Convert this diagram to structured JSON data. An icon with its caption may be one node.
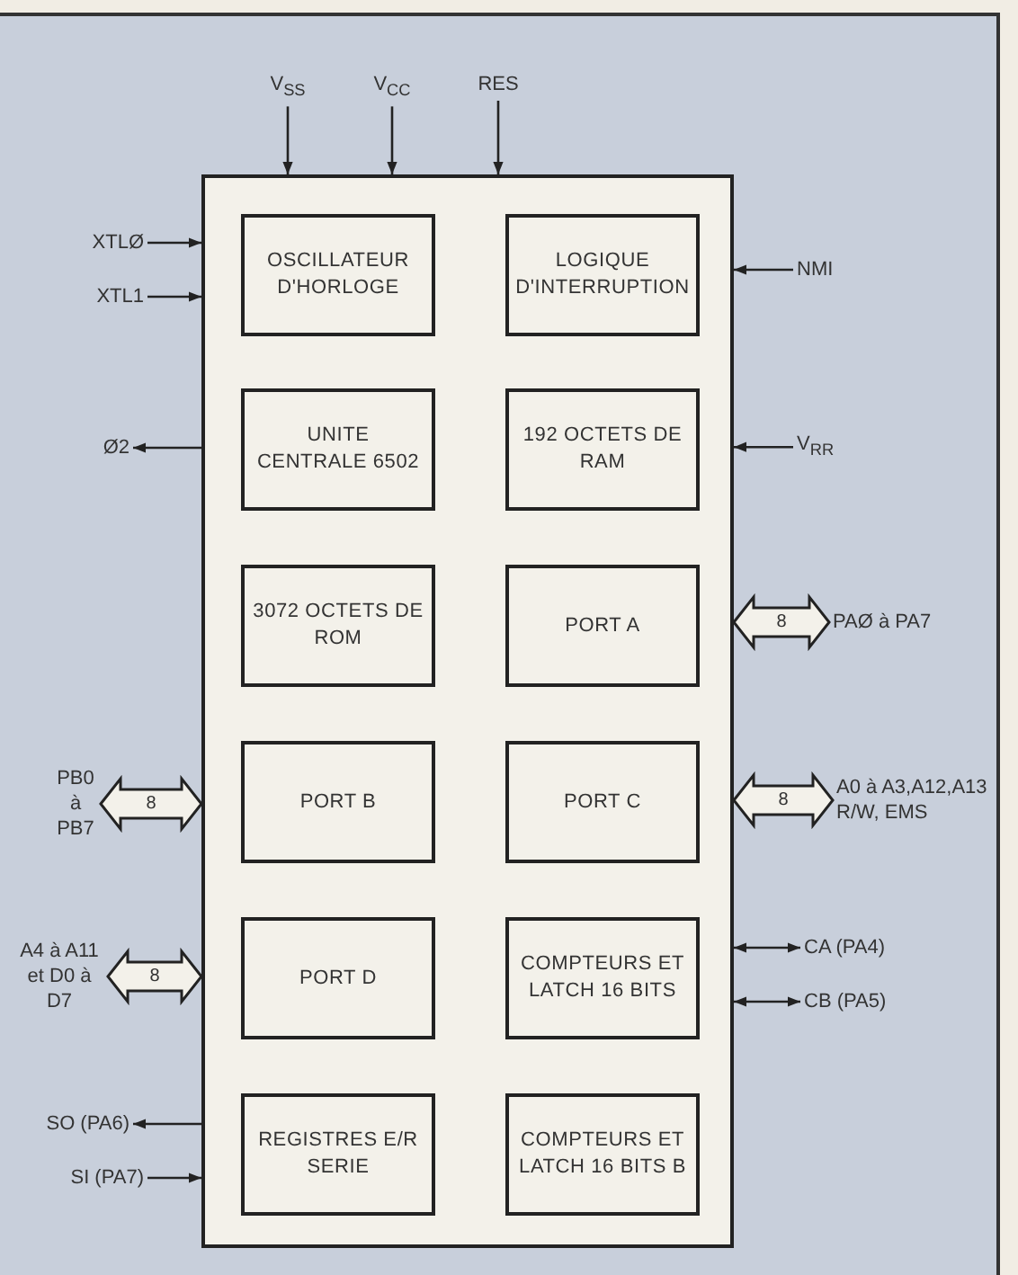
{
  "diagram": {
    "nodes": [
      {
        "text": [],
        "shape": "box"
      },
      {
        "text": [
          "OSCILLATEUR D'HORLOGE"
        ],
        "in": 0
      },
      {
        "text": [
          "LOGIQUE D'INTERRUPTION"
        ],
        "in": 0
      },
      {
        "text": [
          "UNITE CENTRALE 6502"
        ],
        "in": 0
      },
      {
        "text": [
          "192 OCTETS DE RAM"
        ],
        "in": 0
      },
      {
        "text": [
          "3072 OCTETS DE ROM"
        ],
        "in": 0
      },
      {
        "text": [
          "PORT A"
        ],
        "in": 0
      },
      {
        "text": [
          "PORT B"
        ],
        "in": 0
      },
      {
        "text": [
          "PORT C"
        ],
        "in": 0
      },
      {
        "text": [
          "PORT D"
        ],
        "in": 0
      },
      {
        "text": [
          "COMPTEURS ET LATCH 16 BITS"
        ],
        "in": 0
      },
      {
        "text": [
          "REGISTRES E/R SERIE"
        ],
        "in": 0
      },
      {
        "text": [
          "COMPTEURS ET LATCH 16 BITS B"
        ],
        "in": 0
      },
      {
        "text": [
          "V$_{SS}$"
        ]
      },
      {
        "text": [
          "V$_{CC}$"
        ]
      },
      {
        "text": [
          "RES"
        ]
      },
      {
        "text": [
          "XTLØ"
        ]
      },
      {
        "text": [
          "XTL1"
        ]
      },
      {
        "text": [
          "NMI"
        ]
      },
      {
        "text": [
          "Ø2"
        ]
      },
      {
        "text": [
          "V$_{RR}$"
        ]
      },
      {
        "text": [
          "PAØ à PA7"
        ]
      },
      {
        "text": [
          "PB0 à PB7"
        ]
      },
      {
        "text": [
          "A0 à A3,A12,A13 R/W, EMS"
        ]
      },
      {
        "text": [
          "A4 à A11 et D0 à D7"
        ]
      },
      {
        "text": [
          "CA (PA4)"
        ]
      },
      {
        "text": [
          "CB (PA5)"
        ]
      },
      {
        "text": [
          "SO (PA6)"
        ]
      },
      {
        "text": [
          "SI (PA7)"
        ]
      }
    ],
    "edges": [
      {
        "from": 13,
        "to": 0,
        "arrow": "to"
      },
      {
        "from": 14,
        "to": 0,
        "arrow": "to"
      },
      {
        "from": 15,
        "to": 0,
        "arrow": "to"
      },
      {
        "from": 16,
        "to": 0,
        "arrow": "to"
      },
      {
        "from": 17,
        "to": 0,
        "arrow": "to"
      },
      {
        "from": 18,
        "to": 0,
        "arrow": "to"
      },
      {
        "from": 0,
        "to": 19,
        "arrow": "to"
      },
      {
        "from": 20,
        "to": 0,
        "arrow": "to"
      },
      {
        "from": 0,
        "to": 21,
        "arrow": "both",
        "label": "8",
        "style": "thick"
      },
      {
        "from": 22,
        "to": 0,
        "arrow": "both",
        "label": "8",
        "style": "thick"
      },
      {
        "from": 0,
        "to": 23,
        "arrow": "both",
        "label": "8",
        "style": "thick"
      },
      {
        "from": 24,
        "to": 0,
        "arrow": "both",
        "label": "8",
        "style": "thick"
      },
      {
        "from": 0,
        "to": 25,
        "arrow": "both"
      },
      {
        "from": 0,
        "to": 26,
        "arrow": "both"
      },
      {
        "from": 0,
        "to": 27,
        "arrow": "to"
      },
      {
        "from": 28,
        "to": 0,
        "arrow": "to"
      }
    ]
  }
}
